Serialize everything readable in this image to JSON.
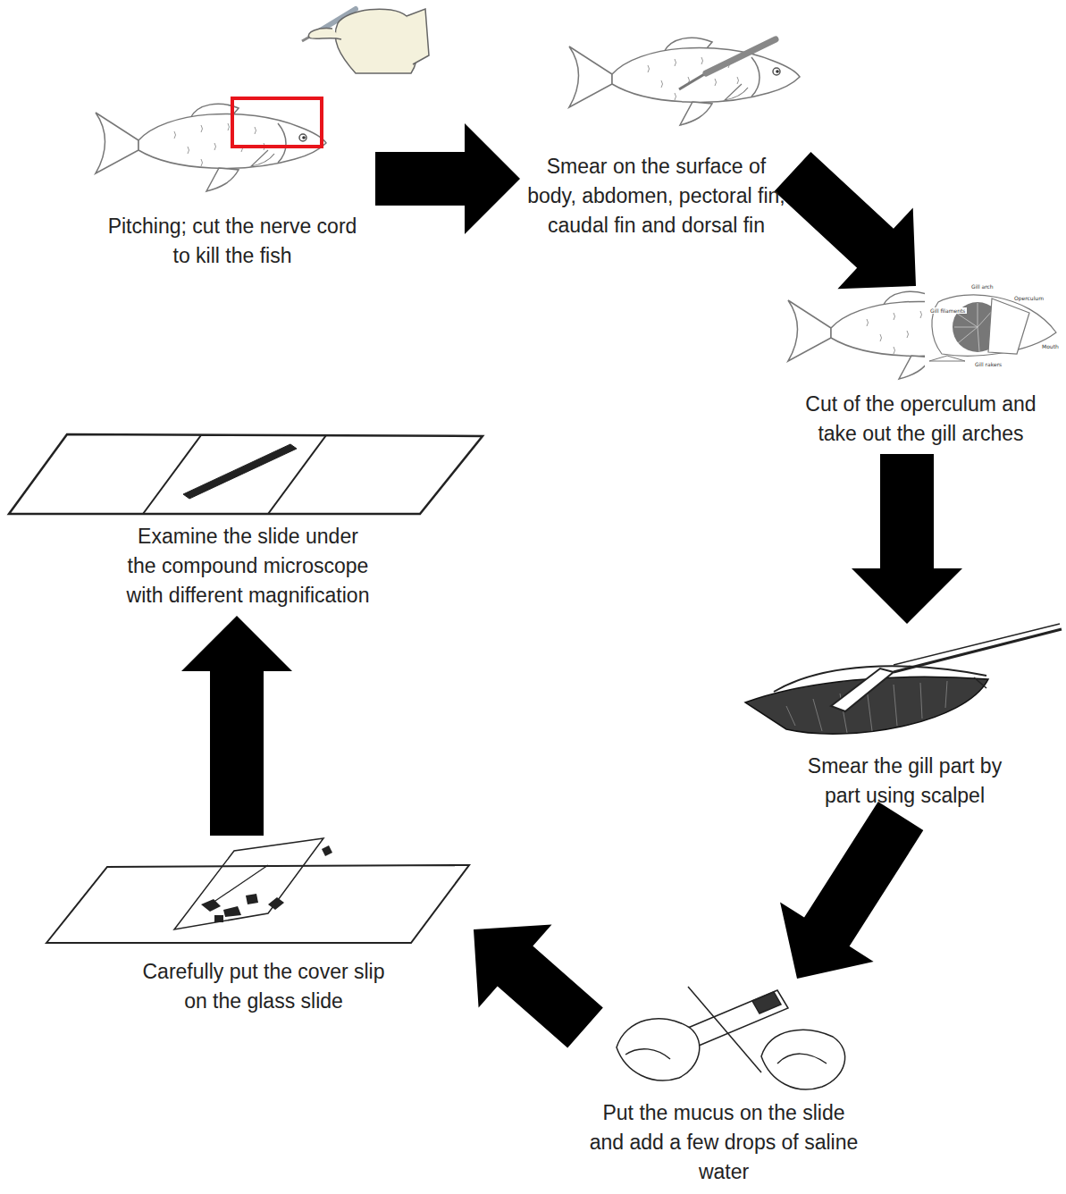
{
  "diagram": {
    "nodes": [
      {
        "text": [
          "Pitching; cut the nerve cord to kill the fish"
        ]
      },
      {
        "text": [
          "Smear on the surface of body, abdomen, pectoral fin, caudal fin and dorsal fin"
        ]
      },
      {
        "text": [
          "Cut of the operculum and take out the gill arches"
        ]
      },
      {
        "text": [
          "Smear the gill part by part using scalpel"
        ]
      },
      {
        "text": [
          "Put the mucus on the slide and add a few drops of saline water"
        ]
      },
      {
        "text": [
          "Carefully put the cover slip on the glass slide"
        ]
      },
      {
        "text": [
          "Examine the slide under the compound microscope with different magnification"
        ]
      }
    ],
    "edges": [
      {
        "from": 0,
        "to": 1,
        "arrow": "to"
      },
      {
        "from": 1,
        "to": 2,
        "arrow": "to"
      },
      {
        "from": 2,
        "to": 3,
        "arrow": "to"
      },
      {
        "from": 3,
        "to": 4,
        "arrow": "to"
      },
      {
        "from": 4,
        "to": 5,
        "arrow": "to"
      },
      {
        "from": 5,
        "to": 6,
        "arrow": "to"
      }
    ],
    "labels": [
      "Gill arch",
      "Operculum",
      "Gill filaments",
      "Mouth",
      "Gill rakers"
    ]
  }
}
